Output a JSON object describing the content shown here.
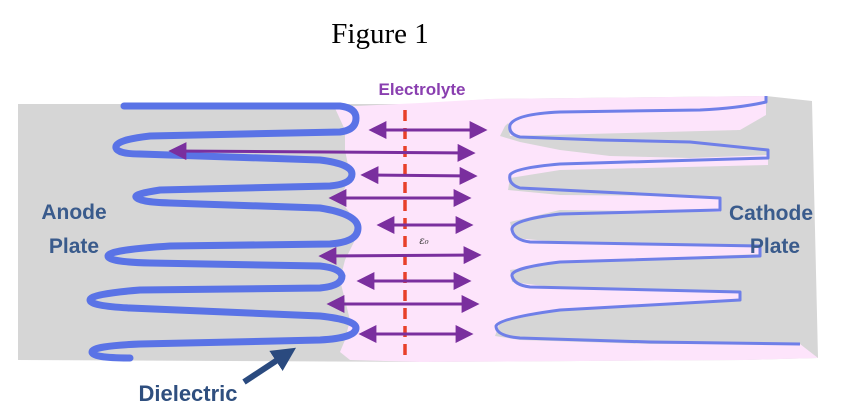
{
  "figure_title": "Figure 1",
  "labels": {
    "electrolyte": "Electrolyte",
    "anode_line1": "Anode",
    "anode_line2": "Plate",
    "cathode_line1": "Cathode",
    "cathode_line2": "Plate",
    "dielectric": "Dielectric",
    "epsilon": "ε₀"
  },
  "colors": {
    "plate_gray": "#d6d6d6",
    "electrolyte_pink": "#fde4fb",
    "dielectric_blue": "#5a73e6",
    "dielectric_blue_thin": "#6f7fe8",
    "arrow_purple": "#7a2f9e",
    "label_blue": "#3a5b8c",
    "electrolyte_label": "#8a3fb0",
    "center_dash": "#e8402a",
    "pointer_arrow": "#2a4a7f"
  },
  "icons": {
    "ion_arrows": "double-headed-arrow",
    "pointer": "arrow-up-right"
  }
}
